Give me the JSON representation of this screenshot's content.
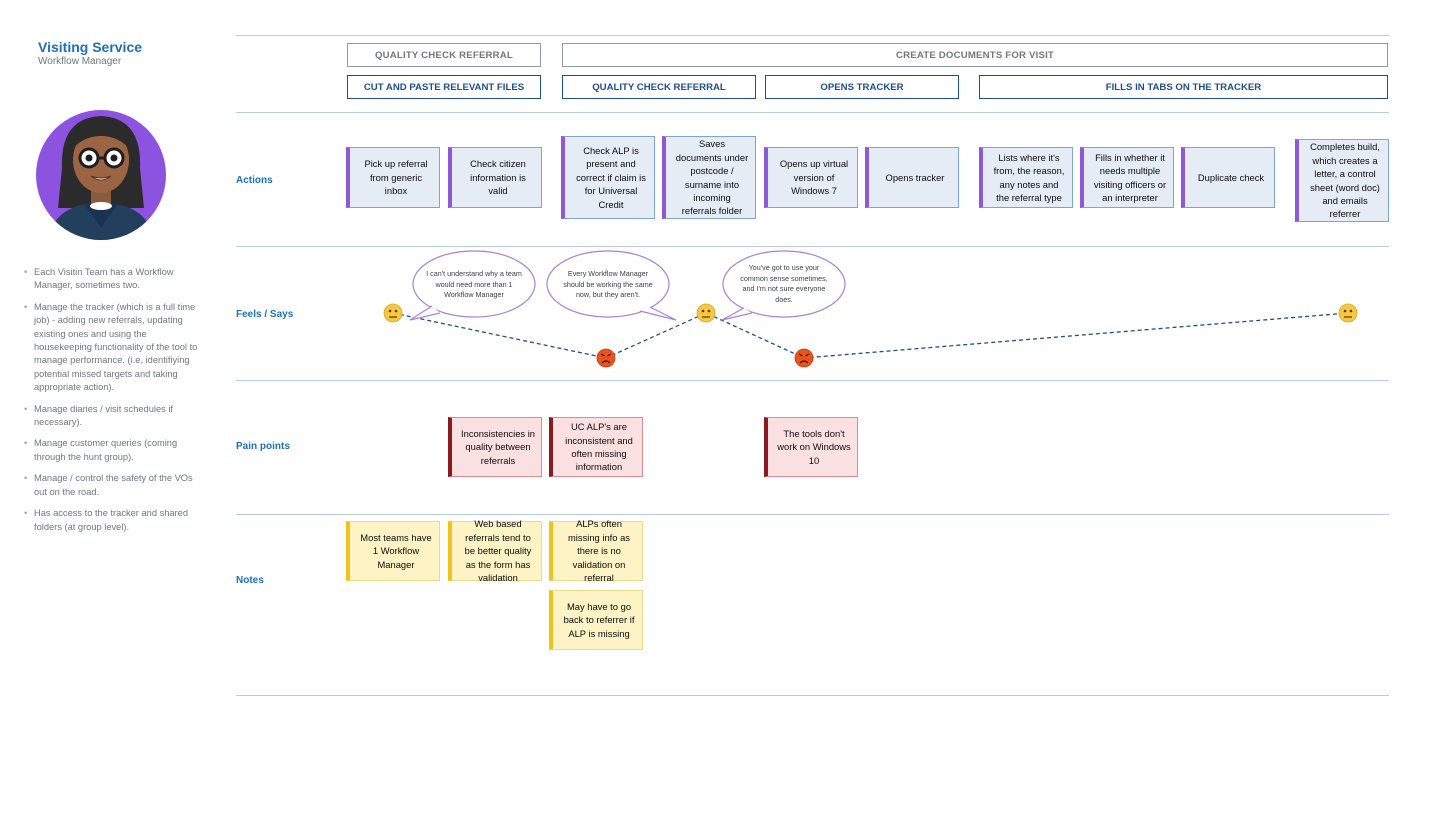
{
  "persona": {
    "title": "Visiting Service",
    "subtitle": "Workflow Manager",
    "bullets": [
      "Each Visitin Team has a Workflow Manager, sometimes two.",
      "Manage the tracker (which is a full time job) - adding new referrals, updating existing ones and using the housekeeping functionality of the tool to manage performance. (i.e, identifiying potential missed targets and taking appropriate action).",
      "Manage diaries / visit schedules if necessary).",
      "Manage customer queries (coming through the hunt group).",
      "Manage / control the safety of the VOs out on the road.",
      "Has access to the tracker and shared folders (at group level)."
    ]
  },
  "phases": [
    "QUALITY CHECK REFERRAL",
    "CREATE DOCUMENTS FOR VISIT"
  ],
  "steps": [
    "CUT AND PASTE RELEVANT FILES",
    "QUALITY CHECK REFERRAL",
    "OPENS TRACKER",
    "FILLS IN TABS ON THE TRACKER"
  ],
  "rows": {
    "actions": "Actions",
    "feels": "Feels / Says",
    "pain": "Pain points",
    "notes": "Notes"
  },
  "actions": [
    "Pick up referral from generic inbox",
    "Check citizen information is valid",
    "Check ALP is present and correct if claim is for Universal Credit",
    "Saves documents under postcode / surname into incoming referrals folder",
    "Opens up virtual version of Windows 7",
    "Opens tracker",
    "Lists where it's from, the reason, any notes and the referral type",
    "Fills in whether it needs multiple visiting officers or an interpreter",
    "Duplicate check",
    "Completes build, which creates a letter, a control sheet (word doc) and  emails referrer"
  ],
  "quotes": [
    "I can't understand why a team would need more than 1 Workflow Manager",
    "Every Workflow Manager should be working the same now, but they aren't.",
    "You've got to use your common sense sometimes, and I'm not sure everyone does."
  ],
  "emotions": [
    "neutral",
    "angry",
    "neutral",
    "angry",
    "neutral"
  ],
  "pain_points": [
    "Inconsistencies in quality between referrals",
    "UC ALP's are inconsistent and often missing information",
    "The tools don't work on Windows 10"
  ],
  "notes": [
    "Most teams have 1 Workflow Manager",
    "Web based referrals tend to be better quality as the form has validation",
    "ALPs often missing info as there is no validation on referral",
    "May have to go back to referrer if ALP is missing"
  ],
  "colors": {
    "heading": "#1d70b8",
    "action_accent": "#8e59d6",
    "pain_accent": "#8b1a20",
    "note_accent": "#f1c21b",
    "line": "#1d4e8c"
  }
}
